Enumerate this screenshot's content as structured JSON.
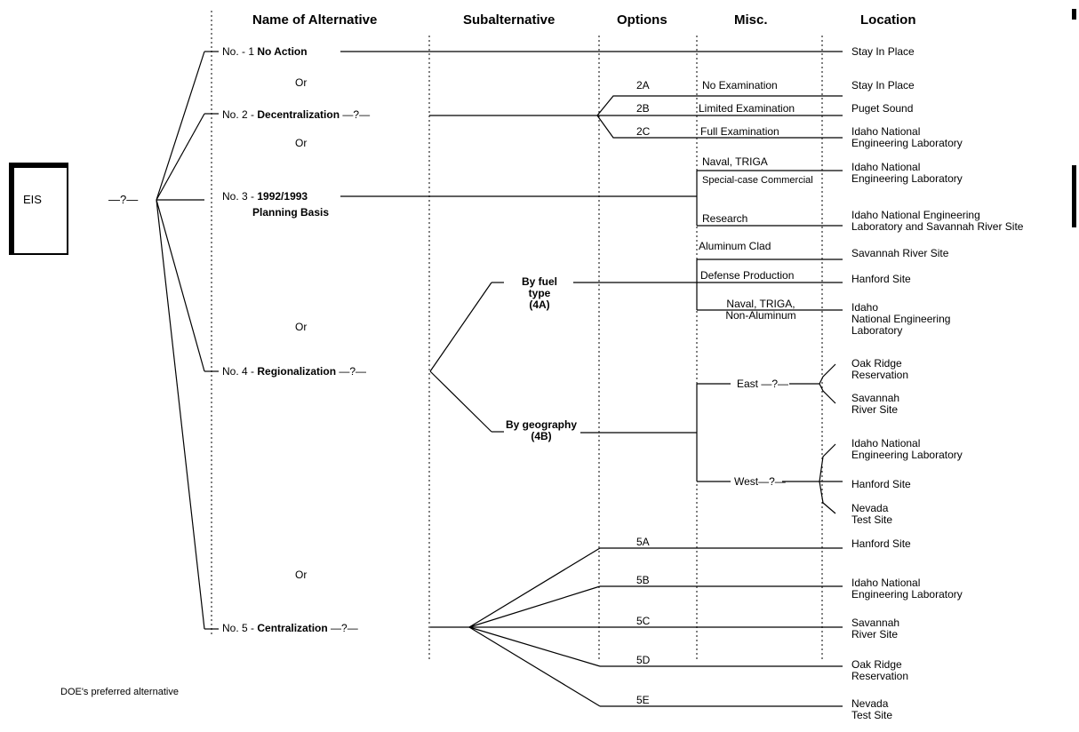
{
  "headers": {
    "name": "Name of Alternative",
    "sub": "Subalternative",
    "options": "Options",
    "misc": "Misc.",
    "location": "Location"
  },
  "eis": {
    "label": "EIS",
    "connector": "—?—"
  },
  "alternatives": {
    "a1": {
      "prefix": "No. - 1 ",
      "name": "No Action"
    },
    "a2": {
      "prefix": "No. 2 - ",
      "name": "Decentralization",
      "suffix": " —?—"
    },
    "a3": {
      "prefix": "No. 3 - ",
      "name": "1992/1993",
      "name2": "Planning Basis"
    },
    "a4": {
      "prefix": "No. 4 - ",
      "name": "Regionalization",
      "suffix": " —?—"
    },
    "a5": {
      "prefix": "No. 5 - ",
      "name": "Centralization",
      "suffix": " —?—"
    }
  },
  "or_label": "Or",
  "subalternatives": {
    "fuel": "By fuel\ntype\n(4A)",
    "geo": "By geography\n(4B)"
  },
  "options": {
    "o2a": "2A",
    "o2b": "2B",
    "o2c": "2C",
    "o5a": "5A",
    "o5b": "5B",
    "o5c": "5C",
    "o5d": "5D",
    "o5e": "5E"
  },
  "misc": {
    "no_exam": "No Examination",
    "limited_exam": "Limited Examination",
    "full_exam": "Full Examination",
    "naval_triga": "Naval, TRIGA",
    "special_case": "Special-case Commercial",
    "research": "Research",
    "aluminum_clad": "Aluminum Clad",
    "defense": "Defense Production",
    "naval_non_al": "Naval, TRIGA,\nNon-Aluminum",
    "east": "East —?—",
    "west": "West—?—"
  },
  "locations": {
    "l1": "Stay In Place",
    "l2": "Stay In Place",
    "l3": "Puget Sound",
    "l4": "Idaho National\nEngineering Laboratory",
    "l5": "Idaho National\nEngineering Laboratory",
    "l6": "Idaho National Engineering\nLaboratory and Savannah River Site",
    "l7": "Savannah River Site",
    "l8": "Hanford Site",
    "l9": "Idaho\nNational Engineering\nLaboratory",
    "l10": "Oak Ridge\nReservation",
    "l11": "Savannah\nRiver Site",
    "l12": "Idaho National\nEngineering Laboratory",
    "l13": "Hanford Site",
    "l14": "Nevada\nTest Site",
    "l15": "Hanford Site",
    "l16": "Idaho National\nEngineering Laboratory",
    "l17": "Savannah\nRiver Site",
    "l18": "Oak Ridge\nReservation",
    "l19": "Nevada\nTest Site"
  },
  "footnote": "DOE's preferred alternative"
}
